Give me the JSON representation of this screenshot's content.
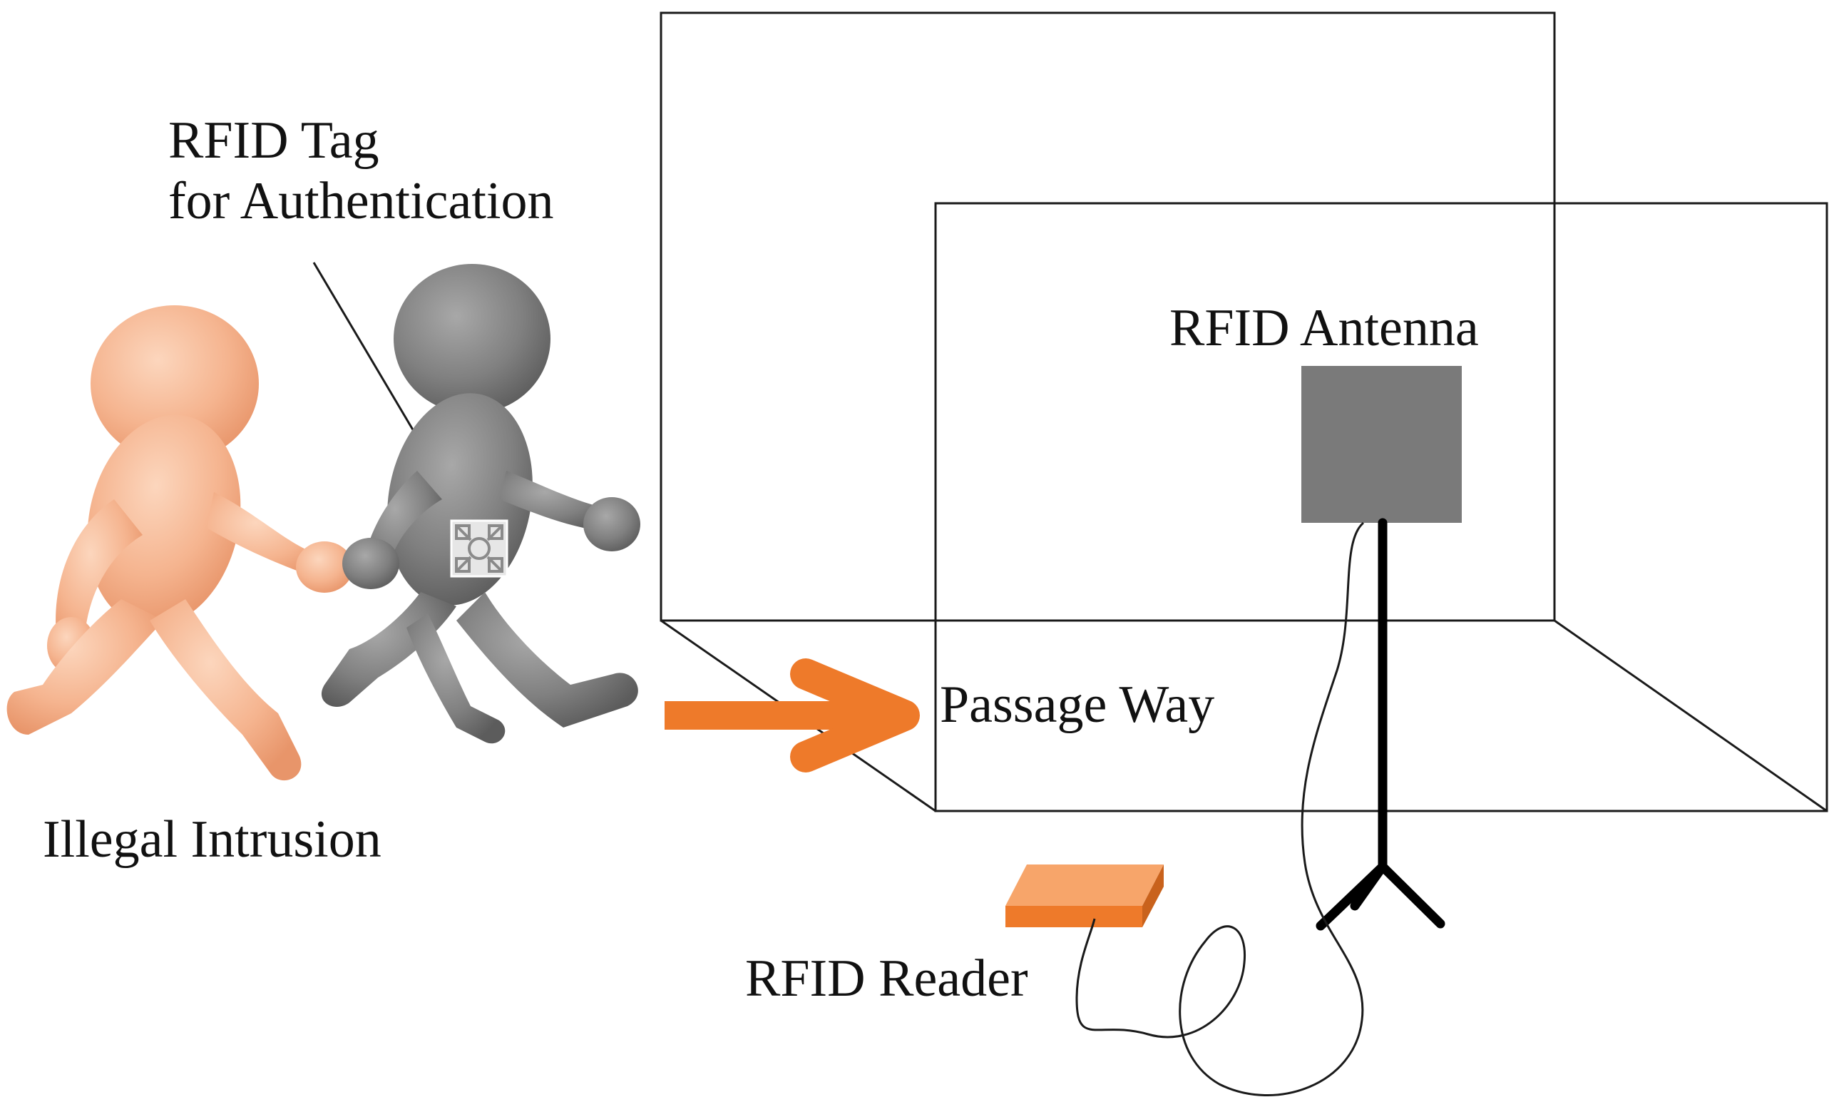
{
  "labels": {
    "tag_line1": "RFID Tag",
    "tag_line2": "for Authentication",
    "antenna": "RFID Antenna",
    "passage": "Passage Way",
    "intrusion": "Illegal Intrusion",
    "reader": "RFID Reader"
  },
  "colors": {
    "line": "#1a1a1a",
    "arrow": "#ee7a2a",
    "reader": "#f28a3a",
    "antenna_panel": "#7a7a7a",
    "intruder_figure": "#f5b48f",
    "authorized_figure": "#7c7c7c"
  },
  "icons": {
    "intruder": "running-person-icon",
    "authorized": "running-person-icon",
    "tag": "rfid-tag-icon"
  }
}
